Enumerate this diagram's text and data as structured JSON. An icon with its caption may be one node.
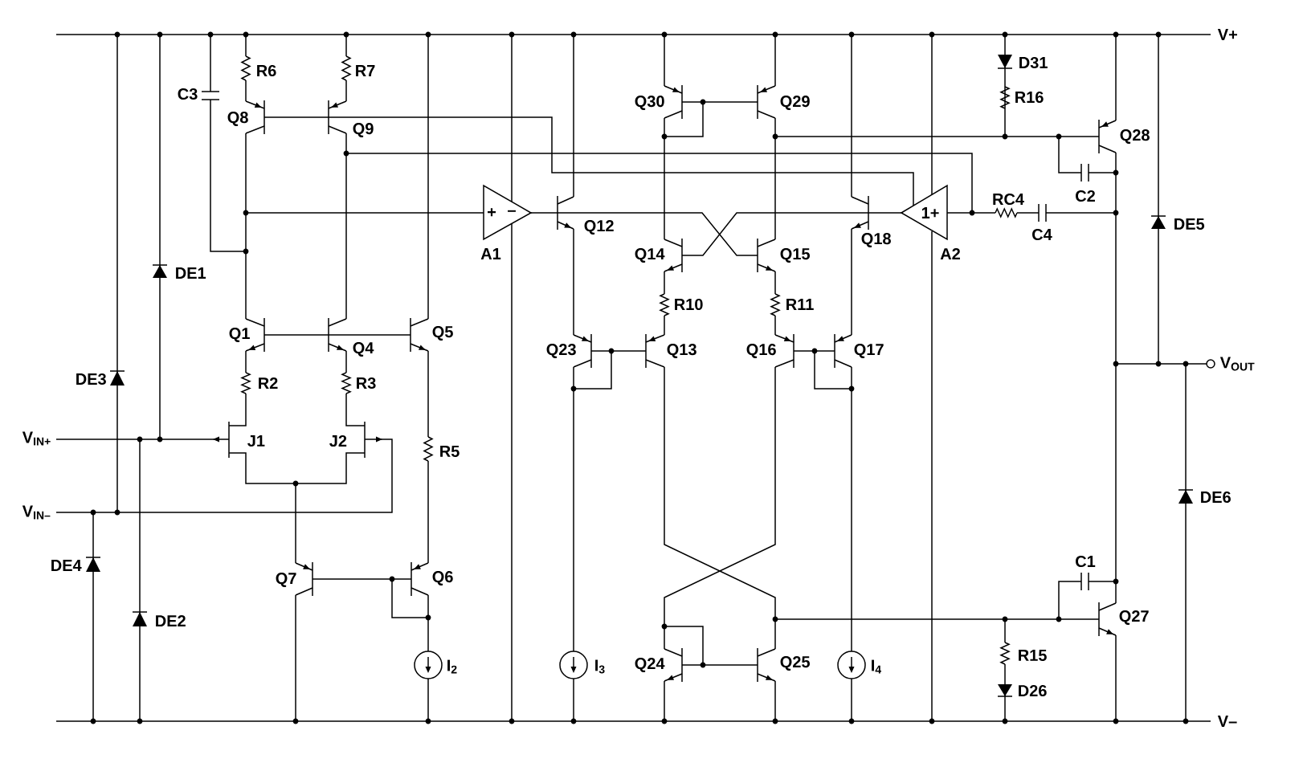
{
  "diagram": {
    "labels": [
      "V+",
      "D31",
      "R6",
      "R7",
      "C3",
      "Q30",
      "Q29",
      "R16",
      "Q8",
      "Q9",
      "Q28",
      "RC4",
      "C2",
      "+",
      "–",
      "1+",
      "Q12",
      "Q18",
      "C4",
      "DE5",
      "A1",
      "Q14",
      "Q15",
      "A2",
      "DE1",
      "R10",
      "R11",
      "Q1",
      "Q5",
      "Q4",
      "Q23",
      "Q13",
      "Q16",
      "Q17",
      "V$_{OUT}$",
      "DE3",
      "R2",
      "R3",
      "V$_{IN+}$",
      "J1",
      "J2",
      "R5",
      "DE6",
      "V$_{IN–}$",
      "DE4",
      "C1",
      "Q7",
      "Q6",
      "DE2",
      "Q27",
      "I$_{2}$",
      "I$_{3}$",
      "Q24",
      "Q25",
      "I$_{4}$",
      "R15",
      "D26",
      "V–"
    ]
  }
}
